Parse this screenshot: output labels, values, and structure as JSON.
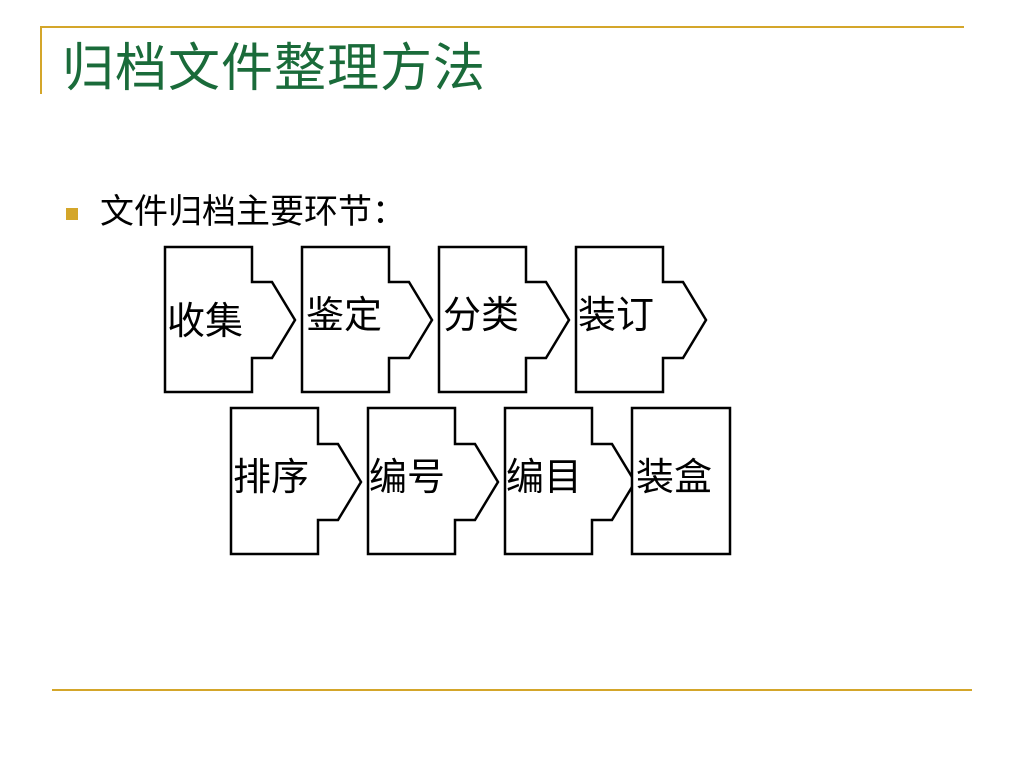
{
  "slide": {
    "title": "归档文件整理方法",
    "bullet": "文件归档主要环节："
  },
  "colors": {
    "accent_line": "#d4a62a",
    "title": "#1a6b3a",
    "bullet": "#d4a62a",
    "stroke": "#000000"
  },
  "flow": {
    "row1": [
      "收集",
      "鉴定",
      "分类",
      "装订"
    ],
    "row2": [
      "排序",
      "编号",
      "编目",
      "装盒"
    ]
  }
}
